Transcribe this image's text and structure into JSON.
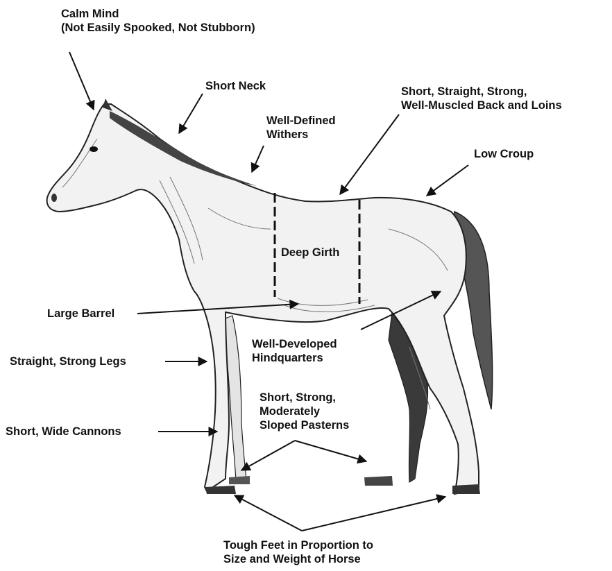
{
  "labels": {
    "calm_mind": [
      "Calm Mind",
      "(Not Easily Spooked, Not Stubborn)"
    ],
    "short_neck": [
      "Short Neck"
    ],
    "withers": [
      "Well-Defined",
      "Withers"
    ],
    "back": [
      "Short, Straight, Strong,",
      "Well-Muscled Back and Loins"
    ],
    "croup": [
      "Low Croup"
    ],
    "girth": [
      "Deep Girth"
    ],
    "barrel": [
      "Large Barrel"
    ],
    "hindquarters": [
      "Well-Developed",
      "Hindquarters"
    ],
    "legs": [
      "Straight, Strong Legs"
    ],
    "pasterns": [
      "Short, Strong,",
      "Moderately",
      "Sloped Pasterns"
    ],
    "cannons": [
      "Short, Wide Cannons"
    ],
    "feet": [
      "Tough Feet in Proportion to",
      "Size and Weight of Horse"
    ]
  },
  "colors": {
    "ink": "#111111",
    "shade": "#777777",
    "dark": "#333333"
  }
}
